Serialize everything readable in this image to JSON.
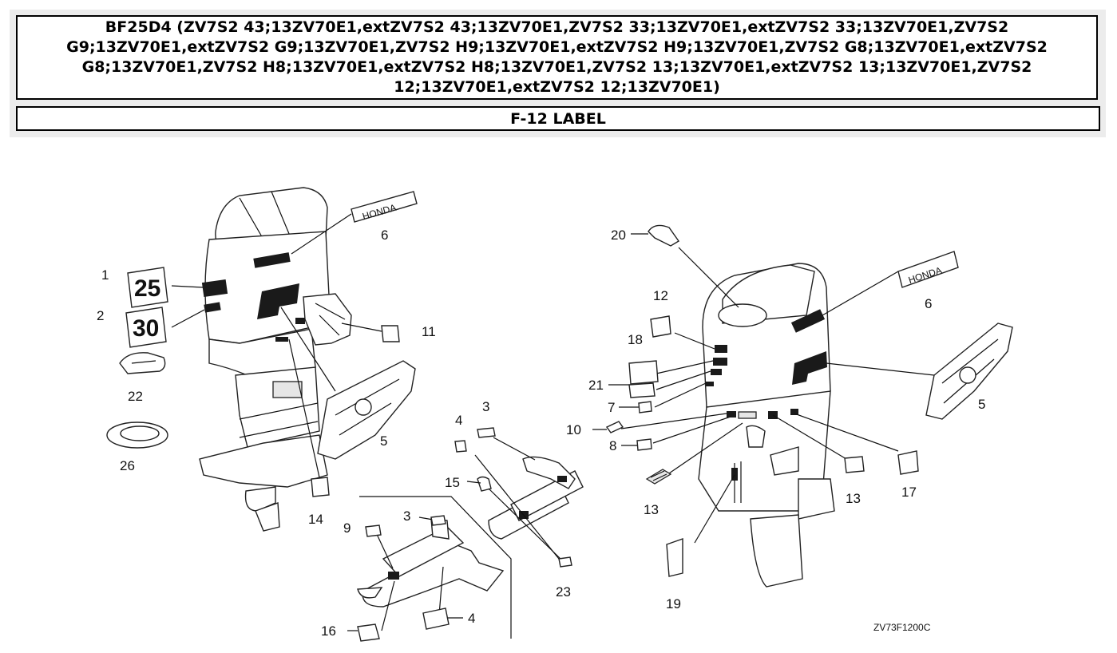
{
  "header": {
    "title": "BF25D4 (ZV7S2 43;13ZV70E1,extZV7S2 43;13ZV70E1,ZV7S2 33;13ZV70E1,extZV7S2 33;13ZV70E1,ZV7S2 G9;13ZV70E1,extZV7S2 G9;13ZV70E1,ZV7S2 H9;13ZV70E1,extZV7S2 H9;13ZV70E1,ZV7S2 G8;13ZV70E1,extZV7S2 G8;13ZV70E1,ZV7S2 H8;13ZV70E1,extZV7S2 H8;13ZV70E1,ZV7S2 13;13ZV70E1,extZV7S2 13;13ZV70E1,ZV7S2 12;13ZV70E1,extZV7S2 12;13ZV70E1)",
    "section": "F-12 LABEL"
  },
  "diagram": {
    "callouts": {
      "c1": "1",
      "c2": "2",
      "c22": "22",
      "c26": "26",
      "c6a": "6",
      "c11": "11",
      "c5a": "5",
      "c14": "14",
      "c4a": "4",
      "c3a": "3",
      "c15": "15",
      "c23": "23",
      "c9": "9",
      "c3b": "3",
      "c16": "16",
      "c4b": "4",
      "c20": "20",
      "c12": "12",
      "c18": "18",
      "c21": "21",
      "c7": "7",
      "c10": "10",
      "c8": "8",
      "c13a": "13",
      "c19": "19",
      "c13b": "13",
      "c17": "17",
      "c6b": "6",
      "c5b": "5"
    },
    "badges": {
      "big_25": "25",
      "big_30": "30",
      "brand_left": "HONDA",
      "brand_right": "HONDA"
    },
    "diagram_code": "ZV73F1200C"
  }
}
